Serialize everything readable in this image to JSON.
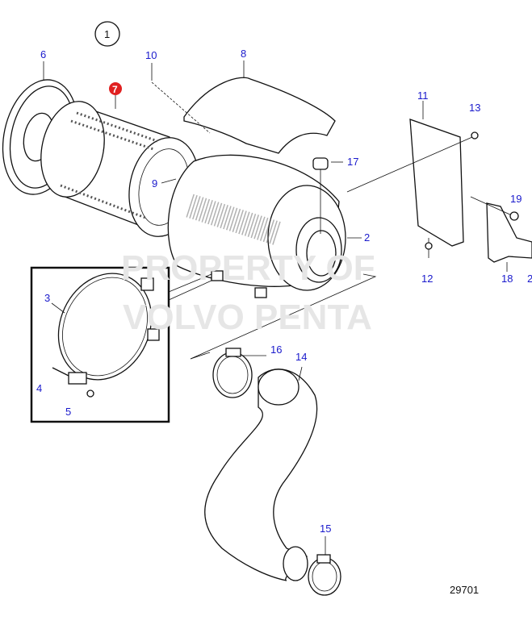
{
  "diagram": {
    "group_number": "1",
    "drawing_number": "29701",
    "watermark": [
      "PROPERTY OF",
      "VOLVO PENTA"
    ],
    "highlight_color": "#e02020",
    "label_color": "#1a1acc",
    "callouts": [
      {
        "id": "2",
        "label": "2"
      },
      {
        "id": "3",
        "label": "3"
      },
      {
        "id": "4",
        "label": "4"
      },
      {
        "id": "5",
        "label": "5"
      },
      {
        "id": "6",
        "label": "6"
      },
      {
        "id": "7",
        "label": "7",
        "highlighted": true
      },
      {
        "id": "8",
        "label": "8"
      },
      {
        "id": "9",
        "label": "9"
      },
      {
        "id": "10",
        "label": "10"
      },
      {
        "id": "11",
        "label": "11"
      },
      {
        "id": "12",
        "label": "12"
      },
      {
        "id": "13",
        "label": "13"
      },
      {
        "id": "14",
        "label": "14"
      },
      {
        "id": "15",
        "label": "15"
      },
      {
        "id": "16",
        "label": "16"
      },
      {
        "id": "17",
        "label": "17"
      },
      {
        "id": "18",
        "label": "18"
      },
      {
        "id": "19",
        "label": "19"
      },
      {
        "id": "20",
        "label": "2"
      }
    ]
  }
}
